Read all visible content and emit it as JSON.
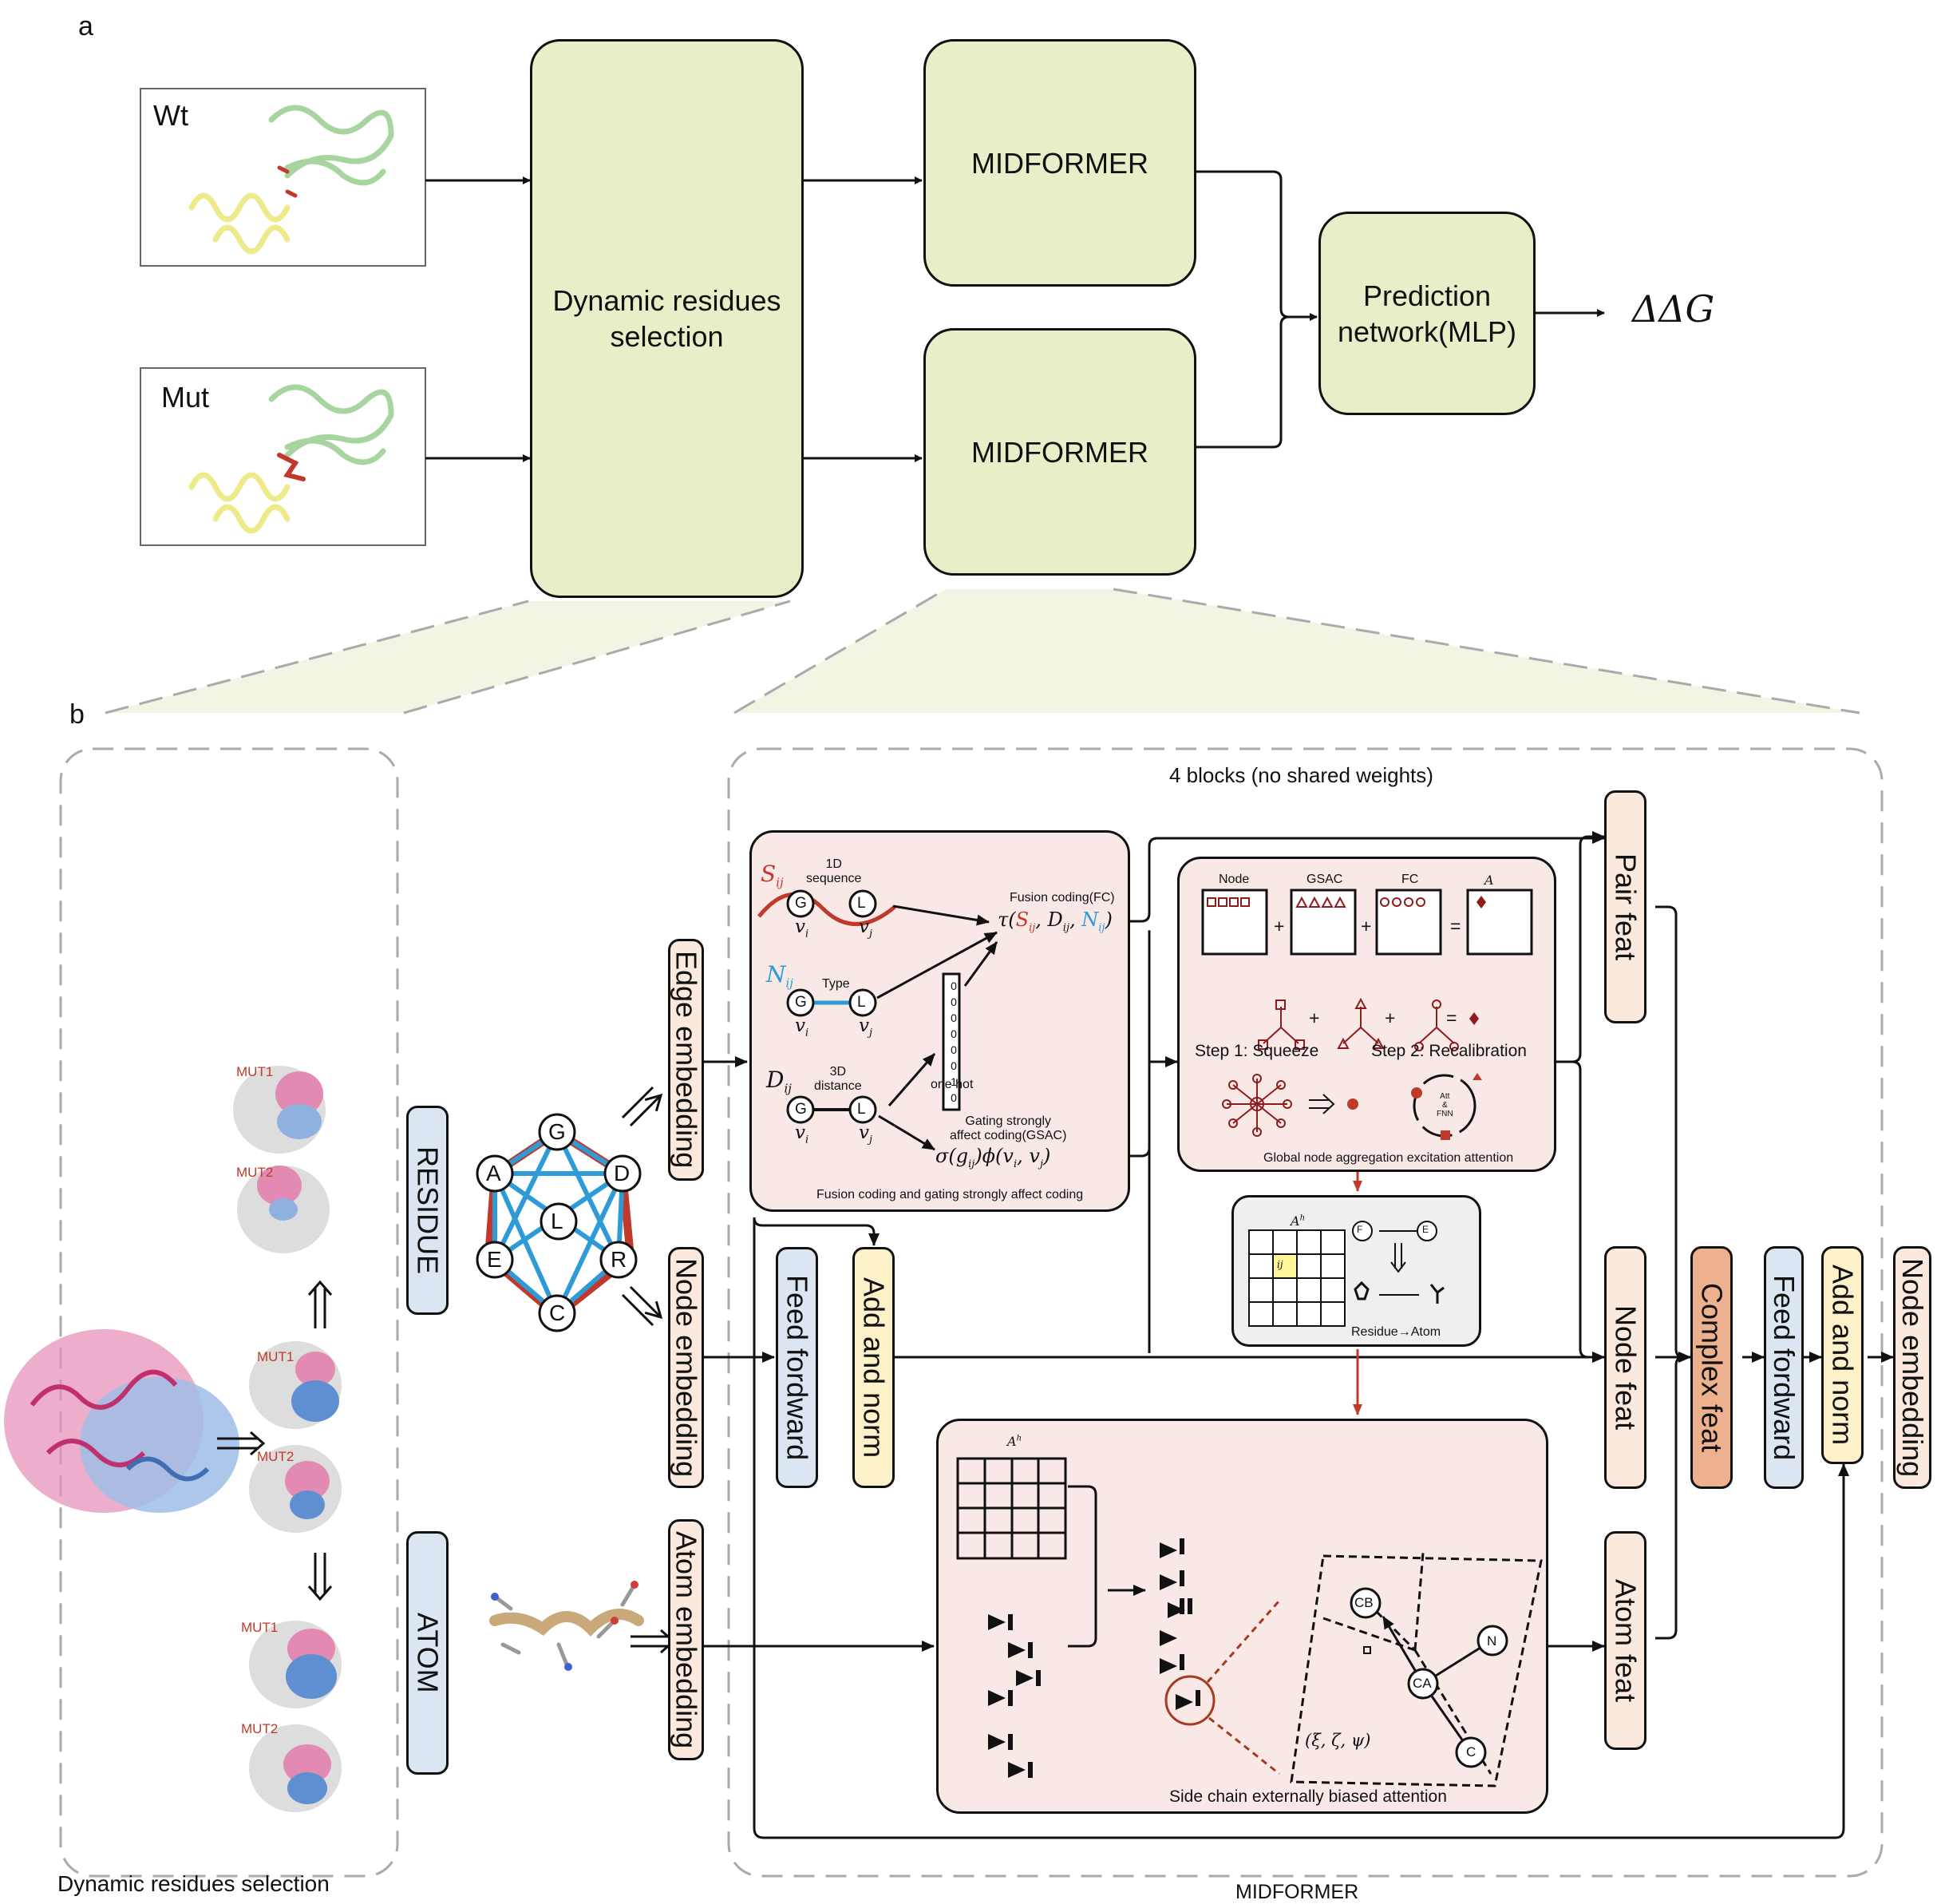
{
  "panel_a": {
    "letter": "a",
    "wt_label": "Wt",
    "mut_label": "Mut",
    "dynamic_box": "Dynamic residues selection",
    "midformer_top": "MIDFORMER",
    "midformer_bottom": "MIDFORMER",
    "prediction_box": "Prediction network(MLP)",
    "output": "ΔΔG"
  },
  "panel_b": {
    "letter": "b",
    "left_caption": "Dynamic residues selection",
    "right_caption": "MIDFORMER",
    "blocks_title": "4 blocks (no shared weights)",
    "mut_labels": [
      "MUT1",
      "MUT2",
      "MUT1",
      "MUT2",
      "MUT1",
      "MUT2"
    ],
    "residue_label": "RESIDUE",
    "atom_label": "ATOM",
    "graph_nodes": [
      "G",
      "D",
      "R",
      "C",
      "E",
      "A",
      "L"
    ],
    "edge_embedding": "Edge embedding",
    "node_embedding": "Node embedding",
    "atom_embedding": "Atom embedding",
    "feed_forward_1": "Feed fordward",
    "add_norm_1": "Add and norm",
    "fusion": {
      "s_ij": "S",
      "s_sub": "ij",
      "seq_label": "1D\nsequence",
      "n_ij": "N",
      "n_sub": "ij",
      "type_label": "Type",
      "d_ij": "D",
      "d_sub": "ij",
      "dist_label": "3D\ndistance",
      "node_g": "G",
      "node_l": "L",
      "vi": "v",
      "vj": "v",
      "i": "i",
      "j": "j",
      "one_hot_digits": [
        "0",
        "0",
        "0",
        "0",
        "0",
        "0",
        "1",
        "0"
      ],
      "one_hot_label": "one hot",
      "fc_title": "Fusion coding(FC)",
      "gsac_title": "Gating strongly\naffect coding(GSAC)",
      "caption": "Fusion coding and gating strongly affect coding"
    },
    "gnae": {
      "node": "Node",
      "gsac": "GSAC",
      "fc": "FC",
      "a": "A",
      "plus": "+",
      "equals": "=",
      "step1": "Step 1: Squeeze",
      "step2": "Step 2: Recalibration",
      "att": "Att\n&\nFNN",
      "caption": "Global node aggregation excitation attention"
    },
    "residue_atom": {
      "ah": "A",
      "ah_sup": "h",
      "cell": "ij",
      "f": "F",
      "e": "E",
      "caption": "Residue→Atom"
    },
    "side_chain": {
      "ah": "A",
      "ah_sup": "h",
      "cb": "CB",
      "ca": "CA",
      "n": "N",
      "c": "C",
      "formula": "(ξ, ζ, ψ)",
      "caption": "Side chain externally biased attention"
    },
    "pair_feat": "Pair feat",
    "node_feat": "Node feat",
    "atom_feat": "Atom feat",
    "complex_feat": "Complex feat",
    "feed_forward_2": "Feed fordward",
    "add_norm_2": "Add and norm",
    "node_embedding_out": "Node embedding"
  },
  "colors": {
    "box_green": "#e6efc8",
    "orange_box": "#fbe9de",
    "blue_box": "#dce6f3",
    "yellow_box": "#fdf1c9",
    "complex_box": "#eeb18e",
    "module_pink": "#f8e9e6",
    "red_accent": "#c0392b",
    "edge_blue": "#2e9bd6",
    "protein_pink": "#d6488a",
    "protein_blue": "#6b95cf"
  }
}
